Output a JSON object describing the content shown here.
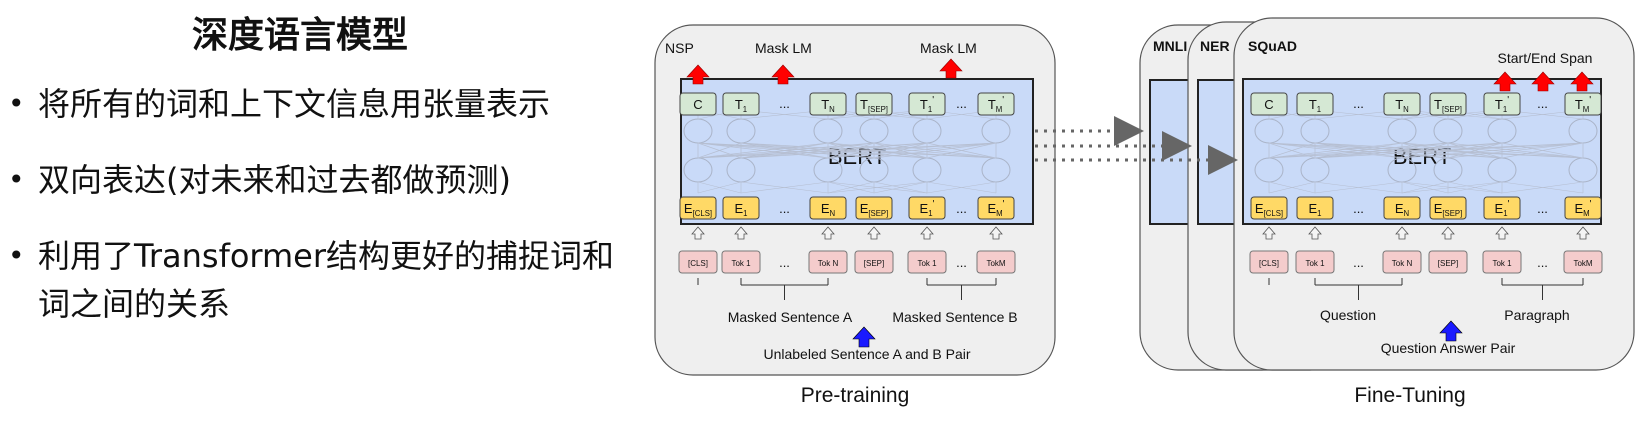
{
  "slide": {
    "title": "深度语言模型",
    "bullets": [
      "将所有的词和上下文信息用张量表示",
      "双向表达(对未来和过去都做预测)",
      "利用了Transformer结构更好的捕捉词和词之间的关系"
    ]
  },
  "pretrain": {
    "caption": "Pre-training",
    "heads": [
      "NSP",
      "Mask LM",
      "Mask LM"
    ],
    "model_label": "BERT",
    "outputs": [
      {
        "main": "C",
        "sub": ""
      },
      {
        "main": "T",
        "sub": "1"
      },
      {
        "main": "T",
        "sub": "N"
      },
      {
        "main": "T",
        "sub": "[SEP]"
      },
      {
        "main": "T",
        "sub": "1",
        "prime": true
      },
      {
        "main": "T",
        "sub": "M",
        "prime": true
      }
    ],
    "embeddings": [
      {
        "main": "E",
        "sub": "[CLS]"
      },
      {
        "main": "E",
        "sub": "1"
      },
      {
        "main": "E",
        "sub": "N"
      },
      {
        "main": "E",
        "sub": "[SEP]"
      },
      {
        "main": "E",
        "sub": "1",
        "prime": true
      },
      {
        "main": "E",
        "sub": "M",
        "prime": true
      }
    ],
    "tokens": [
      "[CLS]",
      "Tok 1",
      "Tok N",
      "[SEP]",
      "Tok 1",
      "TokM"
    ],
    "segment_a": "Masked Sentence A",
    "segment_b": "Masked Sentence B",
    "input_label": "Unlabeled Sentence A and B Pair"
  },
  "finetune": {
    "caption": "Fine-Tuning",
    "tasks": [
      "MNLI",
      "NER",
      "SQuAD"
    ],
    "head_label": "Start/End Span",
    "model_label": "BERT",
    "tokens": [
      "[CLS]",
      "Tok 1",
      "Tok N",
      "[SEP]",
      "Tok 1",
      "TokM"
    ],
    "segment_a": "Question",
    "segment_b": "Paragraph",
    "input_label": "Question Answer Pair"
  },
  "ellipsis": "...",
  "colors": {
    "output_box": "#d5e8d4",
    "embedding_box": "#ffd966",
    "token_box": "#f4cccc",
    "model_bg": "#c9daf8",
    "panel_bg": "#efefef",
    "red_arrow": "#ff0000",
    "blue_arrow": "#1a1aff"
  }
}
